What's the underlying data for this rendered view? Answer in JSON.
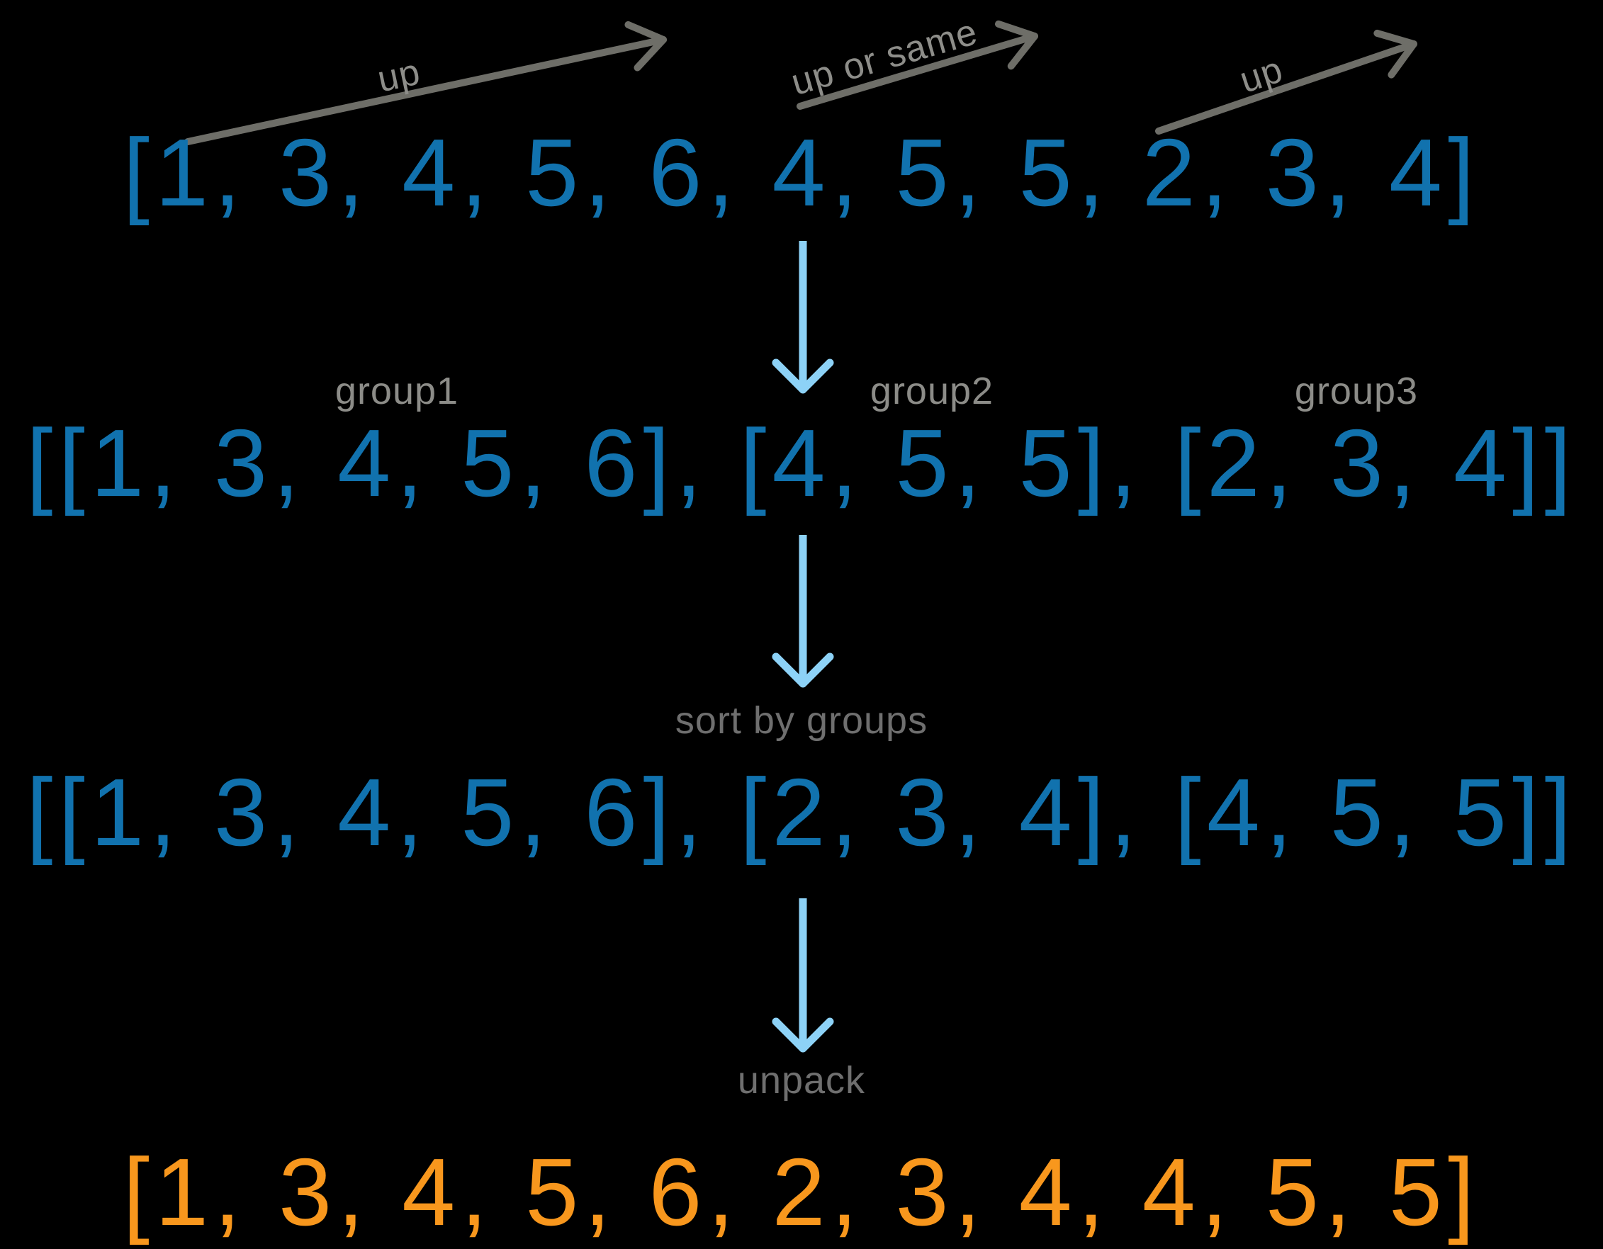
{
  "diagram": {
    "background_color": "#000000",
    "colors": {
      "list_blue": "#1172AE",
      "result_orange": "#F8971D",
      "flow_arrow_blue": "#8DD2F7",
      "trend_arrow_gray": "#6E6E68",
      "label_gray_light": "#8C8C88",
      "label_gray_dark": "#6F6F6F"
    },
    "trend_arrows": [
      {
        "label": "up"
      },
      {
        "label": "up or same"
      },
      {
        "label": "up"
      }
    ],
    "lists": {
      "input": "[1, 3, 4, 5, 6, 4, 5, 5, 2, 3, 4]",
      "grouped": "[[1, 3, 4, 5, 6], [4, 5, 5], [2, 3, 4]]",
      "sorted": "[[1, 3, 4, 5, 6], [2, 3, 4], [4, 5, 5]]",
      "result": "[1, 3, 4, 5, 6, 2, 3, 4, 4, 5, 5]"
    },
    "group_labels": [
      "group1",
      "group2",
      "group3"
    ],
    "step_labels": {
      "sort": "sort by groups",
      "unpack": "unpack"
    }
  }
}
